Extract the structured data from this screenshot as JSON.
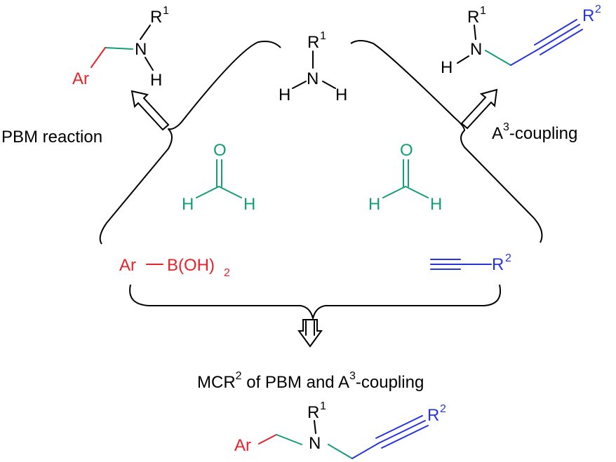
{
  "labels": {
    "pbm": "PBM reaction",
    "a3_prefix": "A",
    "a3_sup": "3",
    "a3_suffix": "-coupling",
    "mcr_prefix": "MCR",
    "mcr_sup": "2",
    "mcr_middle": " of PBM and A",
    "mcr_sup2": "3",
    "mcr_suffix": "-coupling"
  },
  "atoms": {
    "R": "R",
    "N": "N",
    "H": "H",
    "O": "O",
    "Ar": "Ar",
    "sup1": "1",
    "sup2": "2",
    "boronic_main": "B(OH)",
    "boronic_sub": "2"
  },
  "colors": {
    "aryl": "#e8212a",
    "formaldehyde": "#129e78",
    "alkyne": "#2634e0",
    "default": "#000000"
  }
}
